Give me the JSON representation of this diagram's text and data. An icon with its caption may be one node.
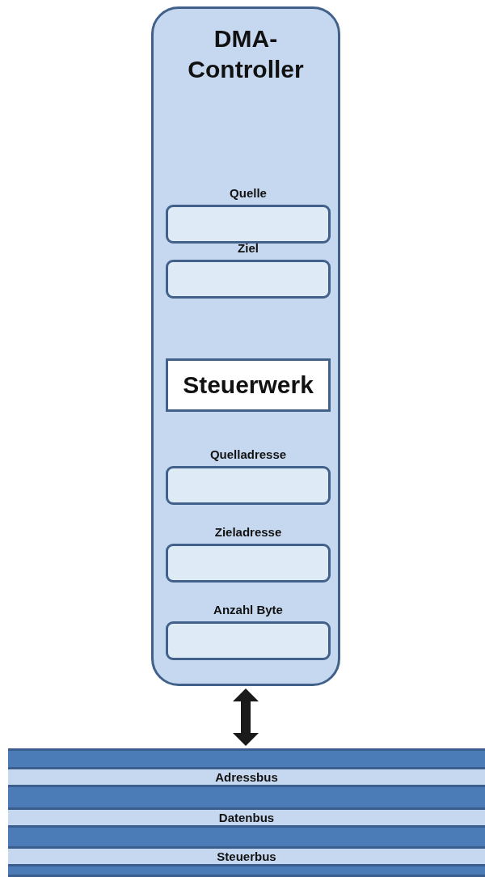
{
  "diagram": {
    "nodes": [
      {
        "text": [
          "DMA-Controller"
        ]
      },
      {
        "text": [
          "Quelle"
        ],
        "in": 0
      },
      {
        "text": [
          "Ziel"
        ],
        "in": 0
      },
      {
        "text": [
          "Steuerwerk"
        ],
        "in": 0
      },
      {
        "text": [
          "Quelladresse"
        ],
        "in": 0
      },
      {
        "text": [
          "Zieladresse"
        ],
        "in": 0
      },
      {
        "text": [
          "Anzahl Byte"
        ],
        "in": 0
      },
      {
        "text": [],
        "shape": "bar"
      },
      {
        "text": [
          "Adressbus"
        ],
        "in": 7
      },
      {
        "text": [
          "Datenbus"
        ],
        "in": 7
      },
      {
        "text": [
          "Steuerbus"
        ],
        "in": 7
      }
    ],
    "edges": [
      {
        "from": 0,
        "to": 7,
        "arrow": "both"
      }
    ]
  }
}
